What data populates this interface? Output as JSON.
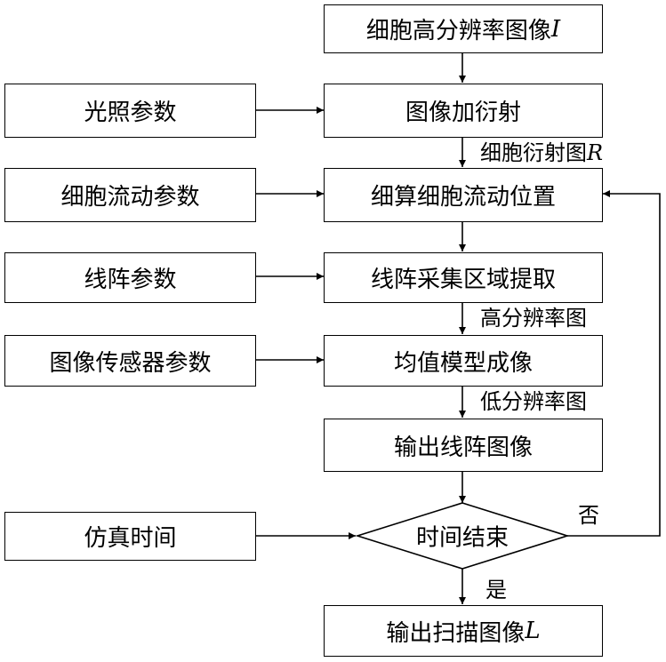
{
  "main_flow": {
    "input_image": {
      "text": "细胞高分辨率图像",
      "var": "I"
    },
    "diffraction": {
      "text": "图像加衍射"
    },
    "calc_position": {
      "text": "细算细胞流动位置"
    },
    "region_extract": {
      "text": "线阵采集区域提取"
    },
    "mean_model": {
      "text": "均值模型成像"
    },
    "output_line": {
      "text": "输出线阵图像"
    },
    "time_end": {
      "text": "时间结束"
    },
    "output_scan": {
      "text": "输出扫描图像",
      "var": "L"
    }
  },
  "params": {
    "illumination": "光照参数",
    "cell_flow": "细胞流动参数",
    "line_array": "线阵参数",
    "sensor": "图像传感器参数",
    "sim_time": "仿真时间"
  },
  "edge_labels": {
    "diffraction_map": {
      "text": "细胞衍射图",
      "var": "R"
    },
    "high_res": "高分辨率图",
    "low_res": "低分辨率图",
    "no": "否",
    "yes": "是"
  }
}
